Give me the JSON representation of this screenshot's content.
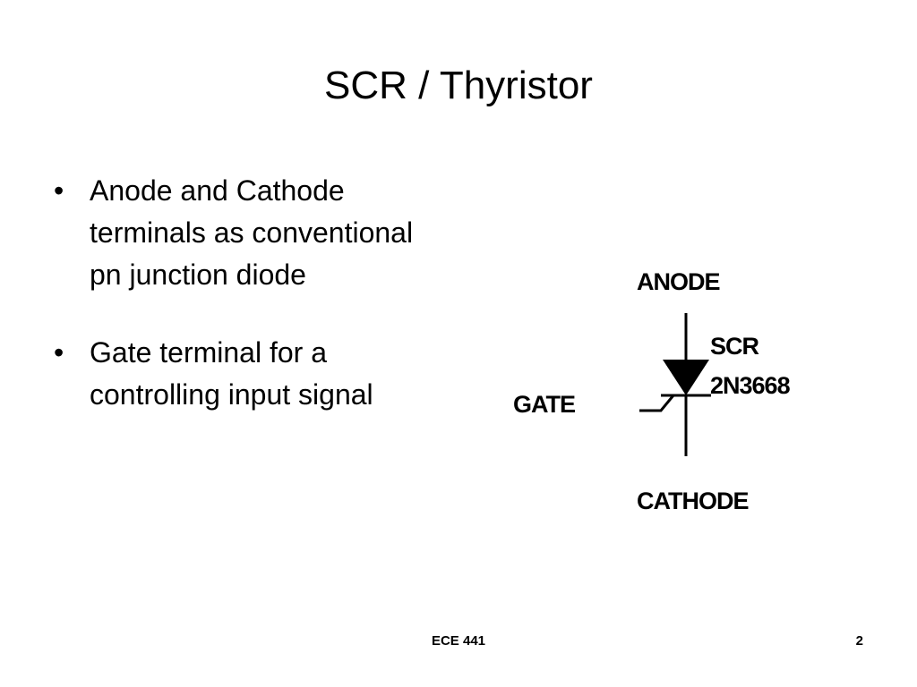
{
  "slide": {
    "title": "SCR / Thyristor",
    "bullets": [
      {
        "mark": "•",
        "text": "Anode and Cathode terminals as conventional pn junction diode"
      },
      {
        "mark": "•",
        "text": "Gate terminal for a controlling input signal"
      }
    ]
  },
  "diagram": {
    "anode_label": "ANODE",
    "device_label": "SCR",
    "part_number": "2N3668",
    "gate_label": "GATE",
    "cathode_label": "CATHODE",
    "line_color": "#000000"
  },
  "footer": {
    "course": "ECE 441",
    "page_number": "2"
  }
}
